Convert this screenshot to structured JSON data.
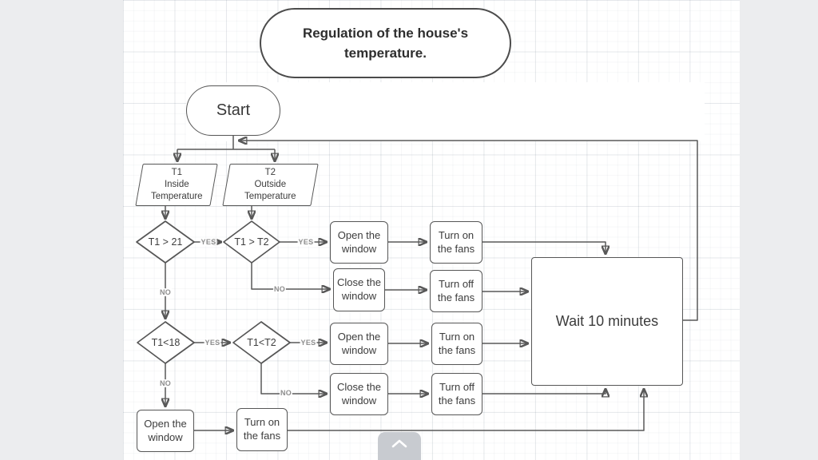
{
  "app": {
    "background_color": "#ecedef",
    "canvas_color": "#ffffff",
    "stroke_color": "#565656",
    "text_color": "#3c3c3c",
    "edge_label_color": "#8e8e8e"
  },
  "diagram": {
    "title": "Regulation of the house's temperature.",
    "nodes": {
      "start": "Start",
      "t1": [
        "T1",
        "Inside",
        "Temperature"
      ],
      "t2": [
        "T2",
        "Outside",
        "Temperature"
      ],
      "d1": "T1 > 21",
      "d2": "T1 > T2",
      "d3": "T1<18",
      "d4": "T1<T2",
      "open1": [
        "Open the",
        "window"
      ],
      "on1": [
        "Turn on",
        "the fans"
      ],
      "close1": [
        "Close the",
        "window"
      ],
      "off1": [
        "Turn off",
        "the fans"
      ],
      "open2": [
        "Open the",
        "window"
      ],
      "on2": [
        "Turn on",
        "the fans"
      ],
      "close2": [
        "Close the",
        "window"
      ],
      "off2": [
        "Turn off",
        "the fans"
      ],
      "wait": "Wait 10 minutes",
      "open3": [
        "Open the",
        "window"
      ],
      "on3": [
        "Turn on",
        "the fans"
      ]
    },
    "edge_labels": {
      "d1_yes": "YES",
      "d1_no": "NO",
      "d2_yes": "YES",
      "d2_no": "NO",
      "d3_yes": "YES",
      "d3_no": "NO",
      "d4_yes": "YES",
      "d4_no": "NO"
    }
  }
}
